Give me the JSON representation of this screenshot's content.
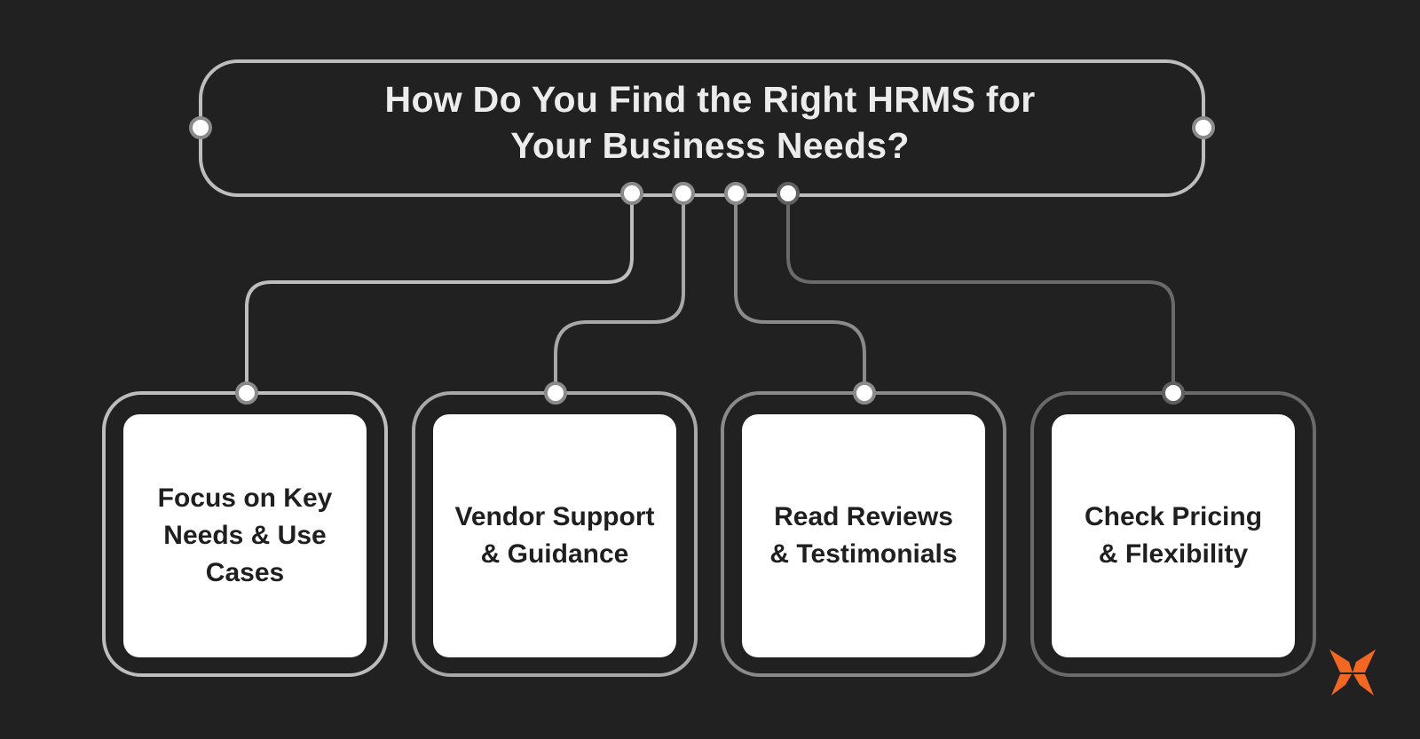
{
  "title": {
    "line1": "How Do You Find the Right HRMS for",
    "line2": "Your Business Needs?"
  },
  "cards": [
    {
      "label": "Focus on Key Needs & Use Cases"
    },
    {
      "label": "Vendor Support & Guidance"
    },
    {
      "label": "Read Reviews & Testimonials"
    },
    {
      "label": "Check Pricing & Flexibility"
    }
  ],
  "logo": {
    "icon": "butterfly-logo-icon",
    "color": "#f26722"
  },
  "colors": {
    "background": "#212121",
    "stroke_light": "#bdbdbd",
    "stroke_mid": "#8a8a8a",
    "stroke_dark": "#5f5f5f",
    "card": "#ffffff",
    "text_light": "#ececec",
    "text_dark": "#1f1f1f"
  }
}
